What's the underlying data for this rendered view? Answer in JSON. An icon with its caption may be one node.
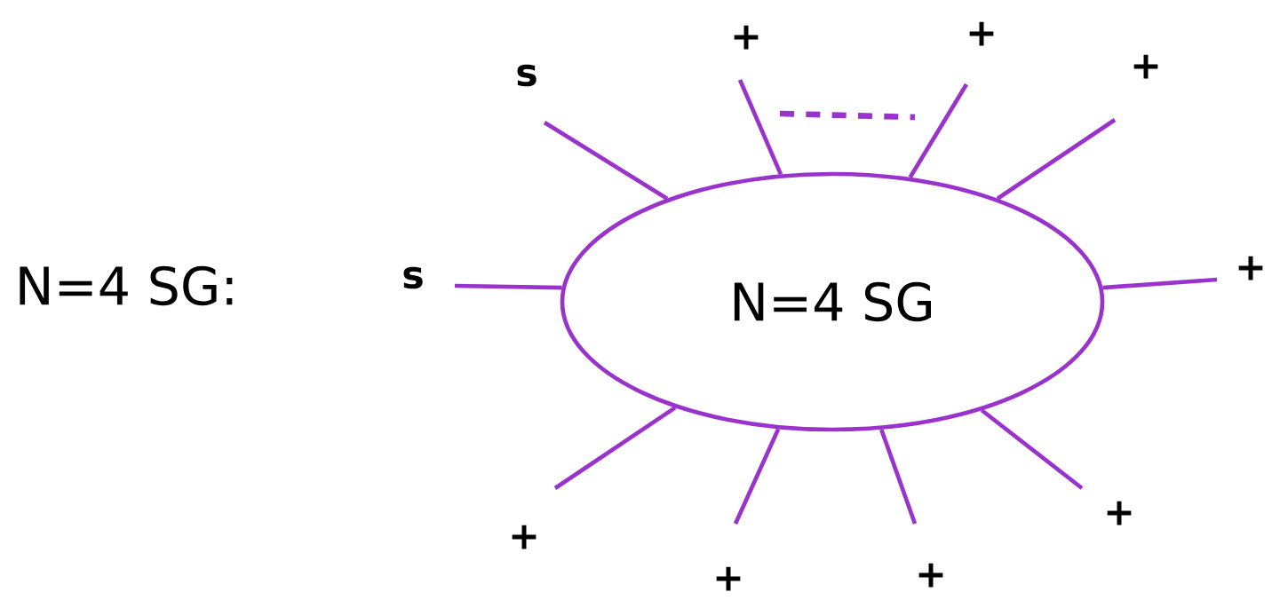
{
  "diagram": {
    "nodes": [
      {
        "text": [
          "N=4 SG"
        ]
      },
      {
        "text": [
          "s"
        ]
      },
      {
        "text": [
          "s"
        ]
      },
      {
        "text": [
          "+"
        ]
      },
      {
        "text": [
          "+"
        ]
      },
      {
        "text": [
          "+"
        ]
      },
      {
        "text": [
          "+"
        ]
      },
      {
        "text": [
          "+"
        ]
      },
      {
        "text": [
          "+"
        ]
      },
      {
        "text": [
          "+"
        ]
      },
      {
        "text": [
          "+"
        ]
      }
    ],
    "edges": [
      {
        "from": 0,
        "to": 1,
        "arrow": "none"
      },
      {
        "from": 0,
        "to": 2,
        "arrow": "none"
      },
      {
        "from": 0,
        "to": 3,
        "arrow": "none"
      },
      {
        "from": 0,
        "to": 4,
        "arrow": "none"
      },
      {
        "from": 0,
        "to": 5,
        "arrow": "none"
      },
      {
        "from": 0,
        "to": 6,
        "arrow": "none"
      },
      {
        "from": 0,
        "to": 7,
        "arrow": "none"
      },
      {
        "from": 0,
        "to": 8,
        "arrow": "none"
      },
      {
        "from": 0,
        "to": 9,
        "arrow": "none"
      },
      {
        "from": 0,
        "to": 10,
        "arrow": "none"
      }
    ],
    "labels": [
      "N=4 SG:"
    ]
  }
}
